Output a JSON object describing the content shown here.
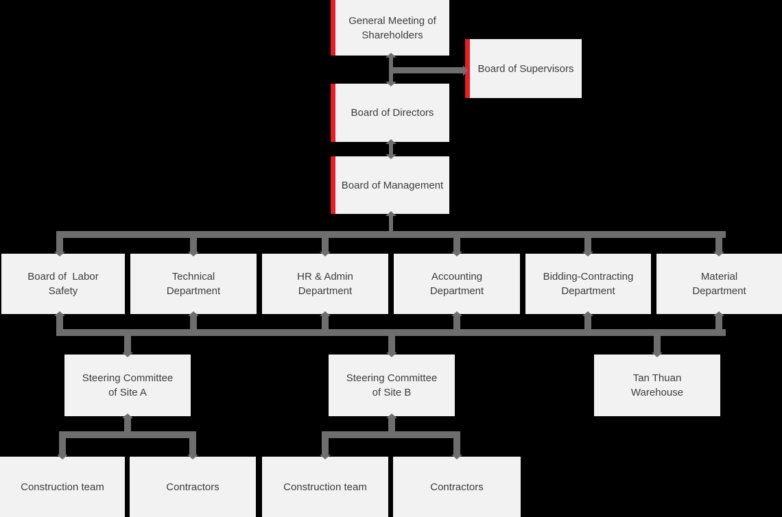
{
  "theme": {
    "background": "#000000",
    "box_fill": "#f2f2f2",
    "accent_red": "#e32028",
    "line_gray": "#6e6e6e",
    "text_color": "#3d3d3d"
  },
  "org": {
    "shareholders": "General Meeting of\nShareholders",
    "supervisors": "Board of Supervisors",
    "directors": "Board of Directors",
    "management": "Board of Management",
    "departments": [
      "Board of  Labor\nSafety",
      "Technical\nDepartment",
      "HR & Admin\nDepartment",
      "Accounting\nDepartment",
      "Bidding-Contracting\nDepartment",
      "Material\nDepartment"
    ],
    "site_committees": [
      "Steering Committee\nof Site A",
      "Steering Committee\nof Site B",
      "Tan Thuan\nWarehouse"
    ],
    "site_a_units": [
      "Construction team",
      "Contractors"
    ],
    "site_b_units": [
      "Construction team",
      "Contractors"
    ]
  }
}
